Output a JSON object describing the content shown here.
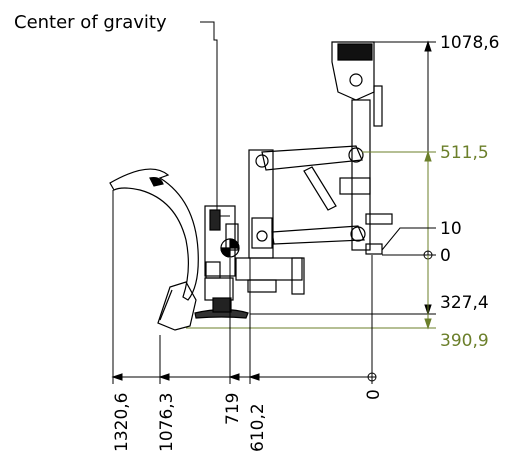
{
  "title": "Center of gravity",
  "colors": {
    "ink": "#000000",
    "highlight": "#6b7f2a",
    "paper": "#ffffff"
  },
  "vertical_dimensions": {
    "top": "1078,6",
    "upper_green": "511,5",
    "small": "10",
    "zero": "0",
    "lower": "327,4",
    "lower_green": "390,9"
  },
  "horizontal_dimensions": {
    "d1": "1320,6",
    "d2": "1076,3",
    "d3": "719",
    "d4": "610,2",
    "d5": "0"
  }
}
